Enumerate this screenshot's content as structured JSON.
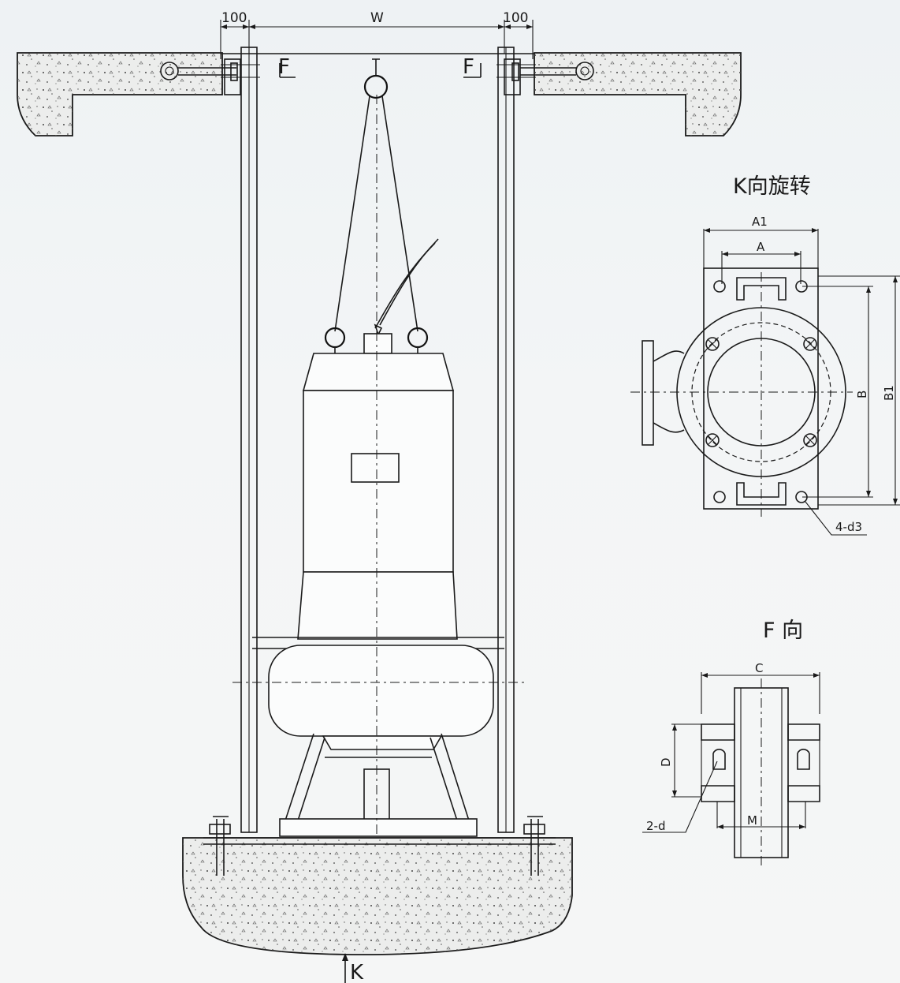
{
  "labels": {
    "dim_100_left": "100",
    "dim_w": "W",
    "dim_100_right": "100",
    "section_f_left": "F",
    "section_f_right": "F",
    "view_k_marker": "K",
    "k_view_title": "K向旋转",
    "dim_a1": "A1",
    "dim_a": "A",
    "dim_b": "B",
    "dim_b1": "B1",
    "hole_4d3": "4-d3",
    "f_view_title": "F 向",
    "dim_c": "C",
    "dim_d": "D",
    "dim_m": "M",
    "hole_2d": "2-d"
  }
}
